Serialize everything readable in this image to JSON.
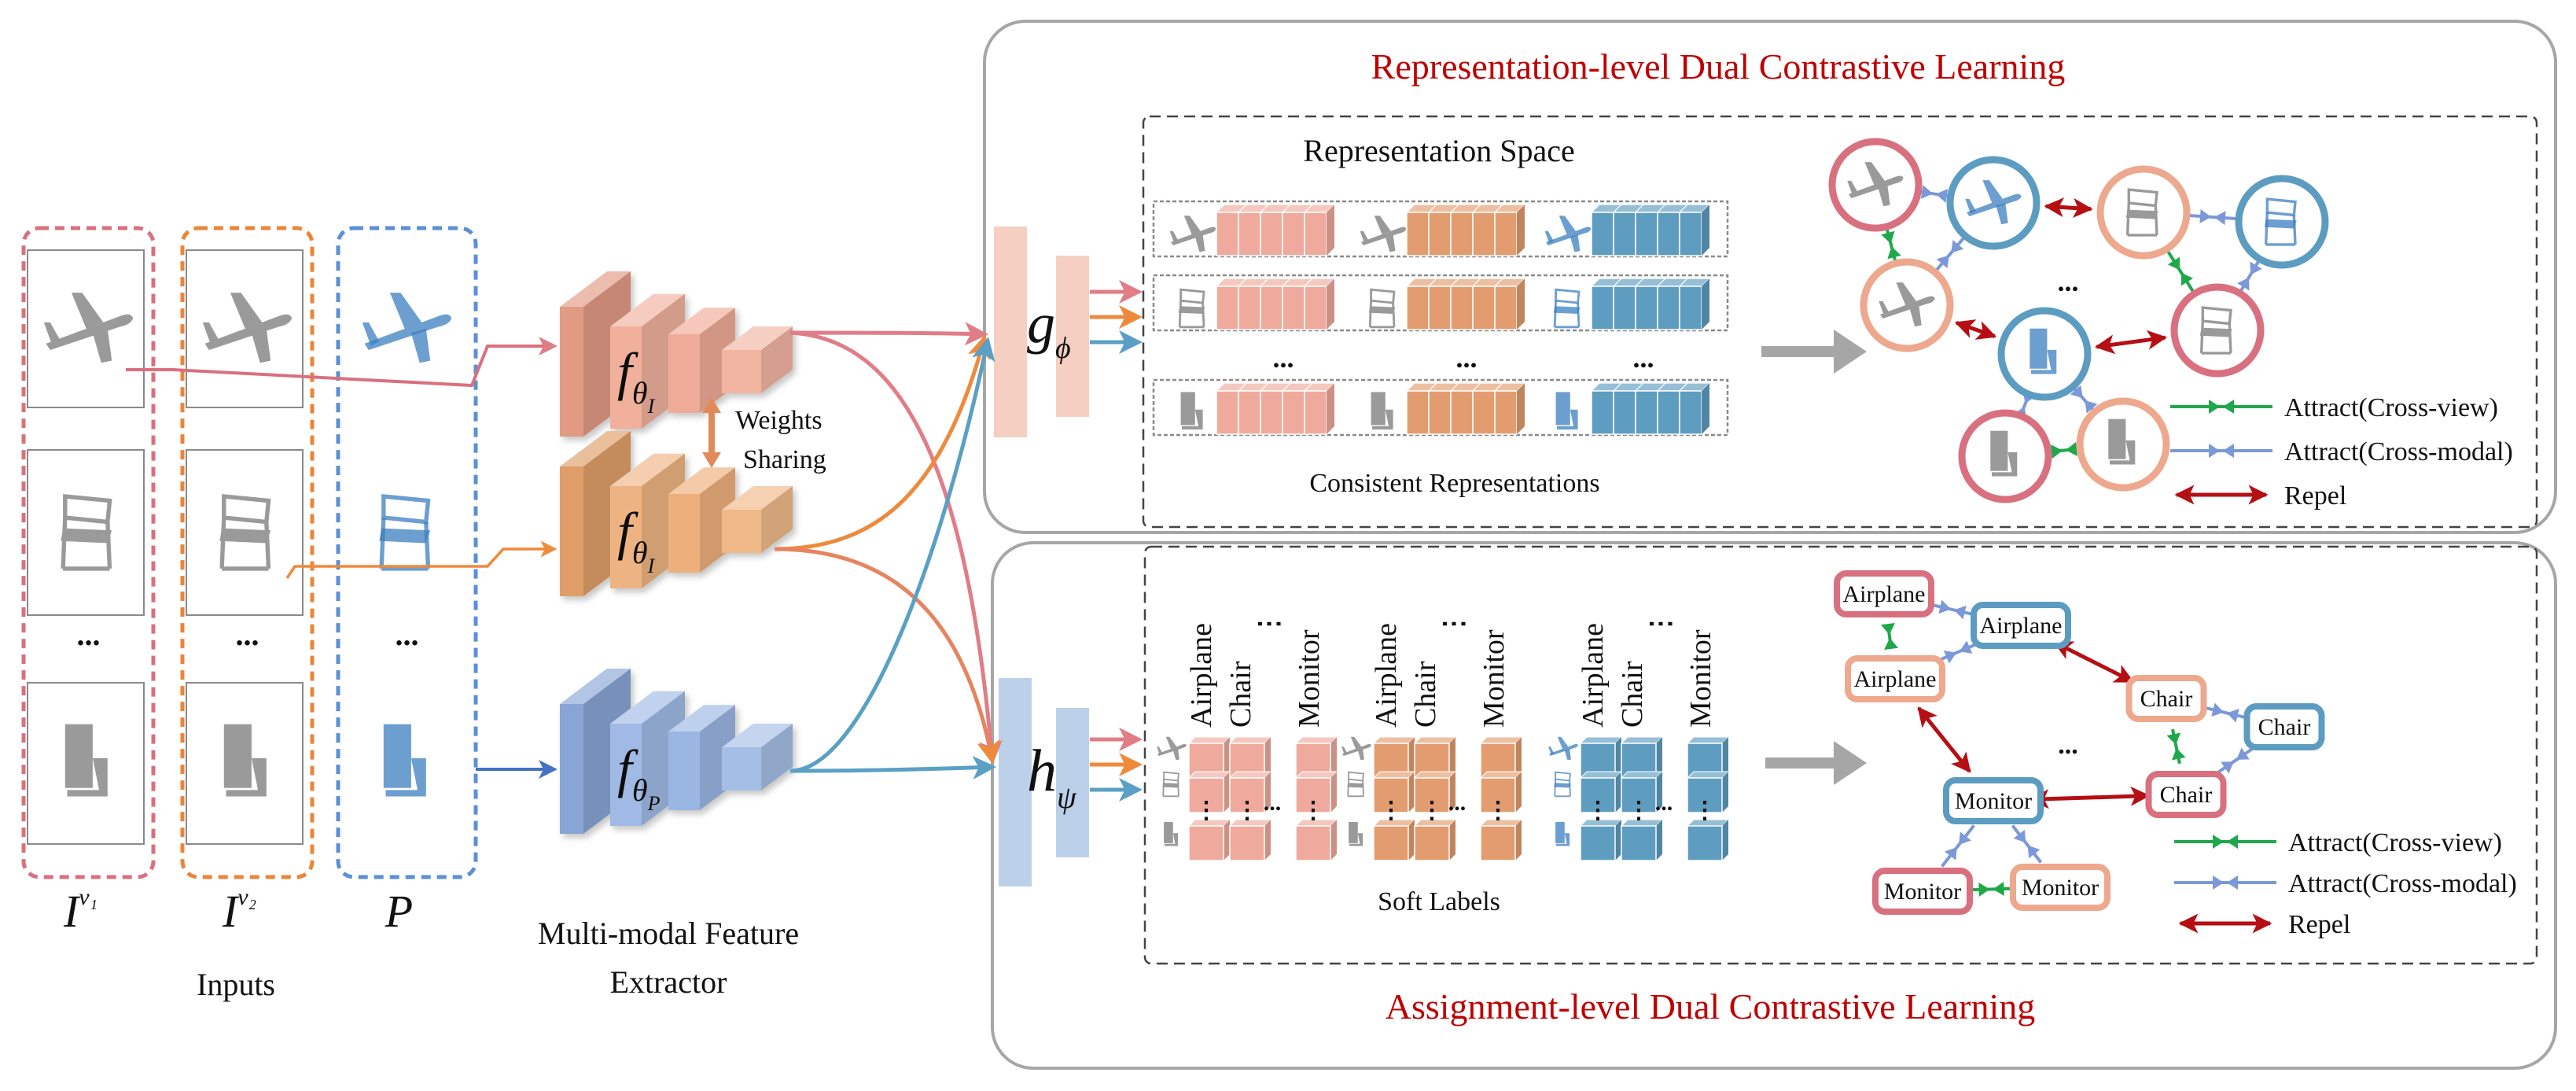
{
  "colors": {
    "view1": "#d9707f",
    "view2": "#e9863a",
    "pointcloud": "#5b8fd6",
    "branch_pink": "#e07d86",
    "branch_orange": "#ee8a3c",
    "branch_blue": "#5aa0c4",
    "extractor_view1": "#eda28b",
    "extractor_view2": "#eba66c",
    "extractor_point": "#8faee0",
    "g_head": "#f4cfc2",
    "h_head": "#bcd0ea",
    "vec_pink": "#efaa9d",
    "vec_orange": "#e39c6f",
    "vec_blue": "#5e9dc0",
    "node_pink": "#d9707f",
    "node_orange": "#eda88d",
    "node_blue": "#5d9cc1",
    "attract_view": "#1fa84a",
    "attract_modal": "#7b98d8",
    "repel": "#b50f14",
    "title_red": "#c00000",
    "panel_border": "#a6a6a6",
    "gray_arrow": "#a6a6a6"
  },
  "inputs": {
    "columns": [
      {
        "id": "view1",
        "symbol": "I",
        "superscript": "v₁",
        "items": [
          "airplane",
          "chair",
          "monitor"
        ]
      },
      {
        "id": "view2",
        "symbol": "I",
        "superscript": "v₂",
        "items": [
          "airplane",
          "chair",
          "monitor"
        ]
      },
      {
        "id": "pointcloud",
        "symbol": "P",
        "superscript": "",
        "items": [
          "airplane",
          "chair",
          "monitor"
        ]
      }
    ],
    "ellipsis": "...",
    "caption": "Inputs"
  },
  "extractor": {
    "encoders": [
      {
        "id": "view1",
        "label": "f",
        "subscript": "θ",
        "subsub": "I"
      },
      {
        "id": "view2",
        "label": "f",
        "subscript": "θ",
        "subsub": "I"
      },
      {
        "id": "pointcloud",
        "label": "f",
        "subscript": "θ",
        "subsub": "P"
      }
    ],
    "weights_sharing_line1": "Weights",
    "weights_sharing_line2": "Sharing",
    "caption_line1": "Multi-modal Feature",
    "caption_line2": "Extractor"
  },
  "heads": {
    "g": {
      "symbol": "g",
      "subscript": "ϕ"
    },
    "h": {
      "symbol": "h",
      "subscript": "ψ"
    }
  },
  "representation_panel": {
    "title": "Representation-level Dual Contrastive Learning",
    "space_label": "Representation Space",
    "caption": "Consistent Representations",
    "rows": [
      "airplane",
      "chair",
      "monitor"
    ],
    "ellipsis": "...",
    "graph_ellipsis": "...",
    "nodes": [
      {
        "id": "a1",
        "object": "airplane",
        "modality": "view1"
      },
      {
        "id": "a3",
        "object": "airplane",
        "modality": "pointcloud"
      },
      {
        "id": "a2",
        "object": "airplane",
        "modality": "view2"
      },
      {
        "id": "c2",
        "object": "chair",
        "modality": "view2"
      },
      {
        "id": "c3",
        "object": "chair",
        "modality": "pointcloud"
      },
      {
        "id": "c1",
        "object": "chair",
        "modality": "view1"
      },
      {
        "id": "m3",
        "object": "monitor",
        "modality": "pointcloud"
      },
      {
        "id": "m1",
        "object": "monitor",
        "modality": "view1"
      },
      {
        "id": "m2",
        "object": "monitor",
        "modality": "view2"
      }
    ]
  },
  "assignment_panel": {
    "title": "Assignment-level Dual Contrastive Learning",
    "caption": "Soft Labels",
    "class_labels": [
      "Airplane",
      "Chair",
      "⋮",
      "Monitor"
    ],
    "ellipsis": "...",
    "graph_ellipsis": "...",
    "nodes": [
      {
        "id": "a1",
        "label": "Airplane",
        "modality": "view1"
      },
      {
        "id": "a3",
        "label": "Airplane",
        "modality": "pointcloud"
      },
      {
        "id": "a2",
        "label": "Airplane",
        "modality": "view2"
      },
      {
        "id": "c2",
        "label": "Chair",
        "modality": "view2"
      },
      {
        "id": "c3",
        "label": "Chair",
        "modality": "pointcloud"
      },
      {
        "id": "c1",
        "label": "Chair",
        "modality": "view1"
      },
      {
        "id": "m3",
        "label": "Monitor",
        "modality": "pointcloud"
      },
      {
        "id": "m1",
        "label": "Monitor",
        "modality": "view1"
      },
      {
        "id": "m2",
        "label": "Monitor",
        "modality": "view2"
      }
    ]
  },
  "edges": [
    {
      "from": "a1",
      "to": "a3",
      "type": "attract_modal"
    },
    {
      "from": "a1",
      "to": "a2",
      "type": "attract_view"
    },
    {
      "from": "a3",
      "to": "a2",
      "type": "attract_modal"
    },
    {
      "from": "c2",
      "to": "c3",
      "type": "attract_modal"
    },
    {
      "from": "c2",
      "to": "c1",
      "type": "attract_view"
    },
    {
      "from": "c3",
      "to": "c1",
      "type": "attract_modal"
    },
    {
      "from": "m3",
      "to": "m1",
      "type": "attract_modal"
    },
    {
      "from": "m3",
      "to": "m2",
      "type": "attract_modal"
    },
    {
      "from": "m1",
      "to": "m2",
      "type": "attract_view"
    },
    {
      "from": "a3",
      "to": "c2",
      "type": "repel"
    },
    {
      "from": "a2",
      "to": "m3",
      "type": "repel"
    },
    {
      "from": "m3",
      "to": "c1",
      "type": "repel"
    }
  ],
  "legend": [
    {
      "type": "attract_view",
      "label": "Attract(Cross-view)"
    },
    {
      "type": "attract_modal",
      "label": "Attract(Cross-modal)"
    },
    {
      "type": "repel",
      "label": "Repel"
    }
  ]
}
